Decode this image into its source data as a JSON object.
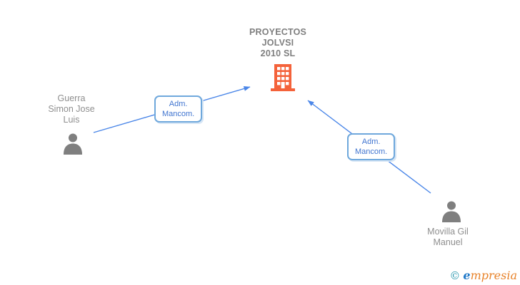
{
  "diagram_type": "company-relations-graph",
  "company": {
    "name_lines": [
      "PROYECTOS",
      "JOLVSI",
      "2010 SL"
    ],
    "icon": "building-icon",
    "icon_color": "#f4623a"
  },
  "persons": [
    {
      "name_lines": [
        "Guerra",
        "Simon Jose",
        "Luis"
      ],
      "icon": "person-icon",
      "icon_color": "#7f7f7f"
    },
    {
      "name_lines": [
        "Movilla Gil",
        "Manuel"
      ],
      "icon": "person-icon",
      "icon_color": "#7f7f7f"
    }
  ],
  "relations": [
    {
      "from": "Guerra Simon Jose Luis",
      "to": "PROYECTOS JOLVSI 2010 SL",
      "label_lines": [
        "Adm.",
        "Mancom."
      ]
    },
    {
      "from": "Movilla Gil Manuel",
      "to": "PROYECTOS JOLVSI 2010 SL",
      "label_lines": [
        "Adm.",
        "Mancom."
      ]
    }
  ],
  "colors": {
    "arrow_blue": "#4a86e8",
    "label_border_blue": "#6fa8dc",
    "label_text_blue": "#4175d0",
    "building_orange": "#f4623a",
    "person_gray": "#7f7f7f",
    "text_gray": "#8f8f8f"
  },
  "footer": {
    "copyright": "©",
    "brand_e": "e",
    "brand_rest": "mpresia"
  }
}
